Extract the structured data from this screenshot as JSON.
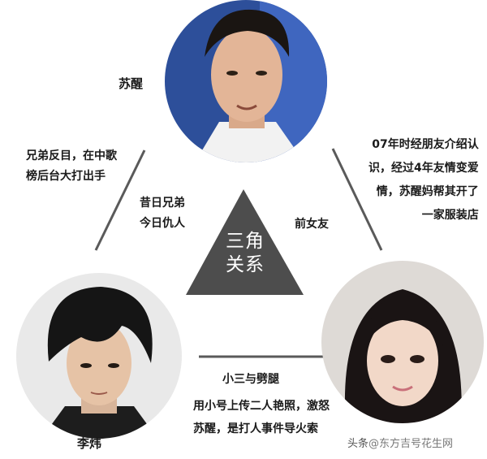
{
  "center": {
    "line1": "三角",
    "line2": "关系"
  },
  "people": {
    "top_name": "苏醒",
    "left_name": "李炜",
    "right_name": ""
  },
  "relations": {
    "left_edge_note": [
      "兄弟反目，在中歌",
      "榜后台大打出手"
    ],
    "left_edge_label": [
      "昔日兄弟",
      "今日仇人"
    ],
    "right_edge_label": "前女友",
    "right_edge_note": [
      "07年时经朋友介绍认",
      "识，经过4年友情变爱",
      "情，苏醒妈帮其开了",
      "一家服装店"
    ],
    "bottom_edge_label": "小三与劈腿",
    "bottom_edge_note": [
      "用小号上传二人艳照，激怒",
      "苏醒，是打人事件导火索"
    ]
  },
  "watermark": {
    "prefix": "头条",
    "suffix": "@东方吉号花生网"
  },
  "colors": {
    "triangle": "#4d4d4d",
    "connector": "#5a5a5a",
    "text": "#1a1a1a"
  }
}
